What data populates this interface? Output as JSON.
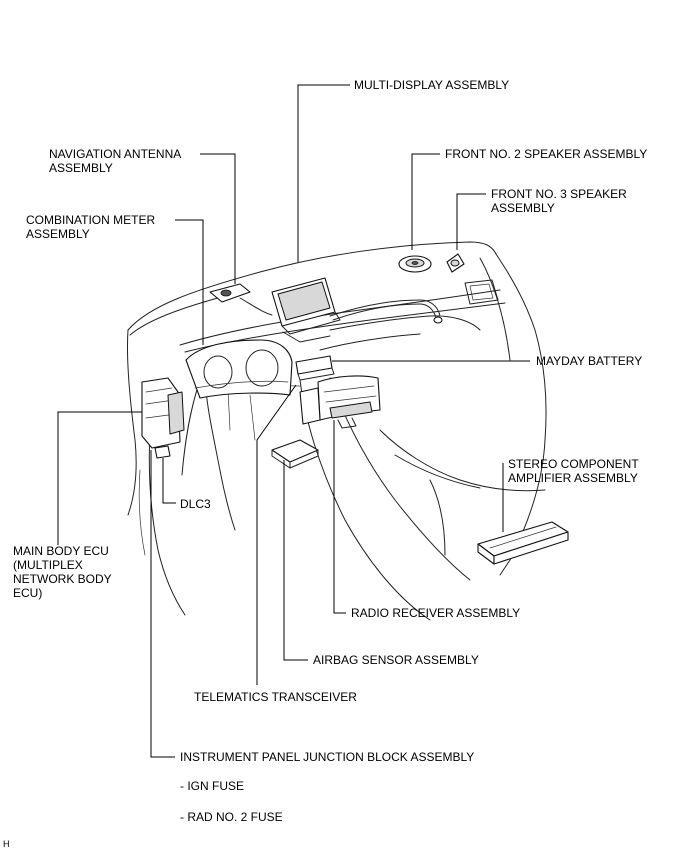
{
  "labels": {
    "multi_display": "MULTI-DISPLAY ASSEMBLY",
    "nav_antenna": "NAVIGATION ANTENNA\nASSEMBLY",
    "front_no2_speaker": "FRONT NO. 2 SPEAKER ASSEMBLY",
    "front_no3_speaker": "FRONT NO. 3 SPEAKER\nASSEMBLY",
    "combination_meter": "COMBINATION METER\nASSEMBLY",
    "mayday_battery": "MAYDAY BATTERY",
    "stereo_amplifier": "STEREO COMPONENT\nAMPLIFIER ASSEMBLY",
    "dlc3": "DLC3",
    "main_body_ecu": "MAIN BODY ECU\n(MULTIPLEX\nNETWORK BODY\nECU)",
    "radio_receiver": "RADIO RECEIVER ASSEMBLY",
    "airbag_sensor": "AIRBAG SENSOR ASSEMBLY",
    "telematics": "TELEMATICS TRANSCEIVER",
    "junction_block": "INSTRUMENT PANEL JUNCTION BLOCK ASSEMBLY",
    "ign_fuse": "- IGN FUSE",
    "rad_fuse": "- RAD NO. 2 FUSE",
    "corner_mark": "H"
  }
}
